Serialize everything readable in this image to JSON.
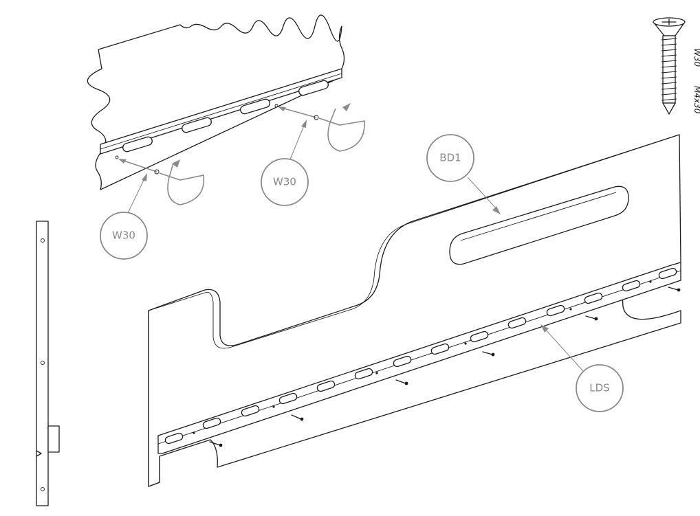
{
  "callouts": {
    "bd1": "BD1",
    "lds": "LDS",
    "w30_left": "W30",
    "w30_right": "W30"
  },
  "screw": {
    "code": "W30",
    "size": "M4x30"
  },
  "colors": {
    "line": "#1a1a1a",
    "callout": "#8a8a8a",
    "background": "#ffffff"
  }
}
